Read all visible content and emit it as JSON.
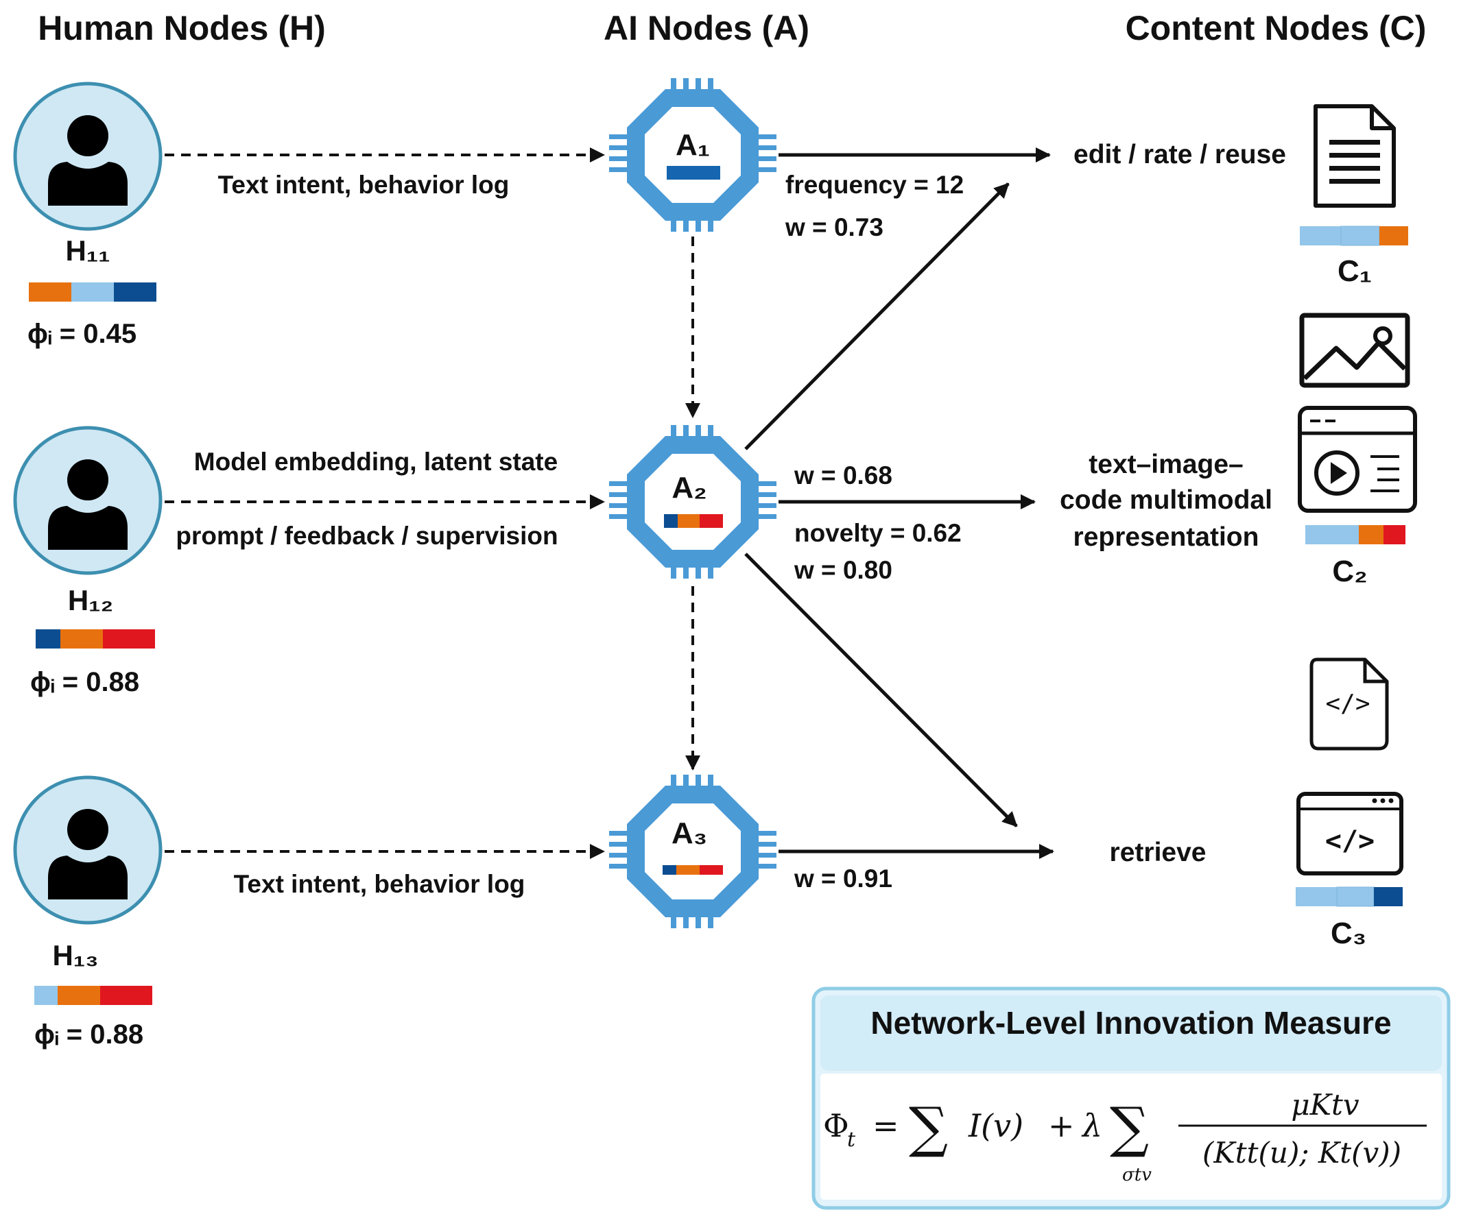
{
  "headers": {
    "human": "Human Nodes (H)",
    "ai": "AI Nodes (A)",
    "content": "Content Nodes (C)"
  },
  "humans": [
    {
      "label": "H₁₁",
      "phi": "ϕᵢ = 0.45",
      "colors": [
        "#e8710f",
        "#93c6ea",
        "#0c4d91"
      ],
      "edge_label": "Text intent, behavior log"
    },
    {
      "label": "H₁₂",
      "phi": "ϕᵢ = 0.88",
      "colors": [
        "#0c4d91",
        "#e8710f",
        "#e0171f"
      ],
      "edge_label_top": "Model embedding, latent state",
      "edge_label_bottom": "prompt / feedback / supervision"
    },
    {
      "label": "H₁₃",
      "phi": "ϕᵢ = 0.88",
      "colors": [
        "#93c6ea",
        "#e8710f",
        "#e0171f"
      ],
      "edge_label": "Text intent, behavior log"
    }
  ],
  "ai_nodes": [
    {
      "label": "A₁",
      "colors": [
        "#1565b0"
      ]
    },
    {
      "label": "A₂",
      "colors": [
        "#0c4d91",
        "#e8710f",
        "#e0171f"
      ]
    },
    {
      "label": "A₃",
      "colors": [
        "#0c4d91",
        "#e8710f",
        "#e0171f"
      ]
    }
  ],
  "edges_out": {
    "a1_label_1": "frequency = 12",
    "a1_label_2": "w = 0.73",
    "a2_label_top": "w = 0.68",
    "a2_label_1": "novelty = 0.62",
    "a2_label_2": "w = 0.80",
    "a3_label": "w = 0.91"
  },
  "actions": {
    "c1": "edit / rate / reuse",
    "c2_line1": "text–image–",
    "c2_line2": "code multimodal",
    "c2_line3": "representation",
    "c3": "retrieve"
  },
  "contents": [
    {
      "label": "C₁",
      "colors": [
        "#93c6ea",
        "#93c6ea",
        "#e8710f"
      ],
      "icon": "document-icon"
    },
    {
      "label": "C₂",
      "colors": [
        "#93c6ea",
        "#e8710f",
        "#e0171f"
      ],
      "icon": "image-video-icon"
    },
    {
      "label": "C₃",
      "colors": [
        "#93c6ea",
        "#93c6ea",
        "#0c4d91"
      ],
      "icon": "code-file-icon"
    }
  ],
  "measure": {
    "title": "Network-Level Innovation Measure",
    "lhs": "Φt",
    "formula_parts": [
      "Φ",
      "t",
      "=",
      "∑",
      "I(v)",
      "+",
      "λ",
      "∑",
      "σtv",
      "μKtv",
      "(Ktt(u); Kt(v))"
    ]
  },
  "palette": {
    "chip_blue": "#4a9ad6",
    "circle_fill": "#cfe8f4",
    "circle_stroke": "#3d8fb0",
    "box_fill": "#e3f3fb",
    "box_stroke": "#8fcde6"
  }
}
